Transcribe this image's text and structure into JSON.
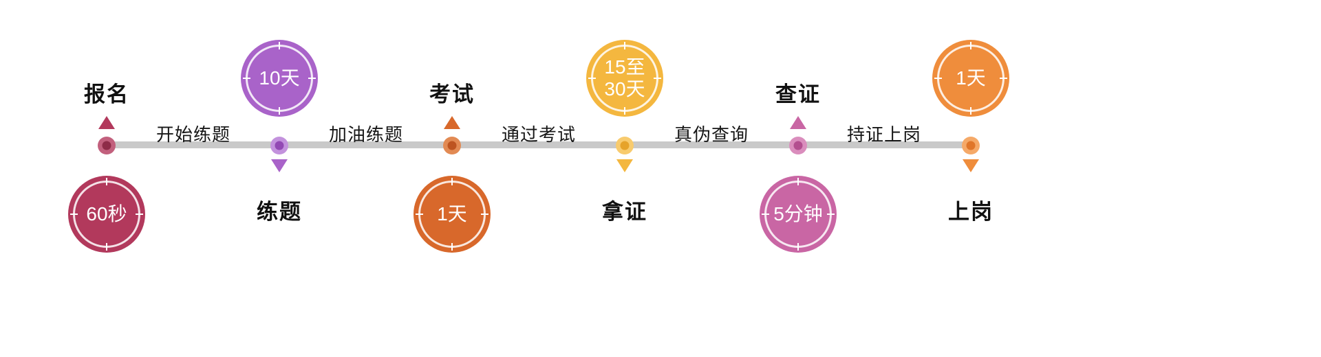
{
  "timeline": {
    "bar_color": "#c9c9c9",
    "mid_labels": [
      "开始练题",
      "加油练题",
      "通过考试",
      "真伪查询",
      "持证上岗"
    ],
    "nodes": [
      {
        "label": "报名",
        "duration": "60秒",
        "label_position": "above",
        "color_main": "#b2395c",
        "color_dark": "#8e2c48",
        "color_light": "#c2607d"
      },
      {
        "label": "练题",
        "duration": "10天",
        "label_position": "below",
        "color_main": "#a963c9",
        "color_dark": "#9249b4",
        "color_light": "#c392dd"
      },
      {
        "label": "考试",
        "duration": "1天",
        "label_position": "above",
        "color_main": "#d8682b",
        "color_dark": "#bd5420",
        "color_light": "#e28a53"
      },
      {
        "label": "拿证",
        "duration": "15至30天",
        "label_position": "below",
        "color_main": "#f4b73f",
        "color_dark": "#e6a32a",
        "color_light": "#f8cb6e"
      },
      {
        "label": "查证",
        "duration": "5分钟",
        "label_position": "above",
        "color_main": "#c966a4",
        "color_dark": "#b34e8f",
        "color_light": "#da8dbd"
      },
      {
        "label": "上岗",
        "duration": "1天",
        "label_position": "below",
        "color_main": "#ef8d3c",
        "color_dark": "#e0762a",
        "color_light": "#f5a968"
      }
    ]
  }
}
